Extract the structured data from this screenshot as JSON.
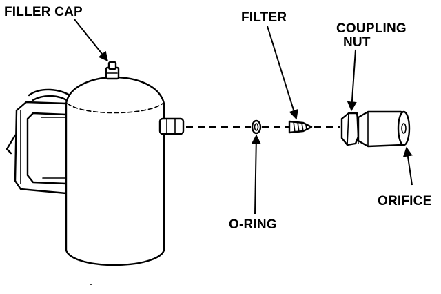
{
  "labels": {
    "filler_cap": "FILLER CAP",
    "filter": "FILTER",
    "coupling_nut_line1": "COUPLING",
    "coupling_nut_line2": "NUT",
    "orifice": "ORIFICE",
    "o_ring": "O-RING"
  }
}
